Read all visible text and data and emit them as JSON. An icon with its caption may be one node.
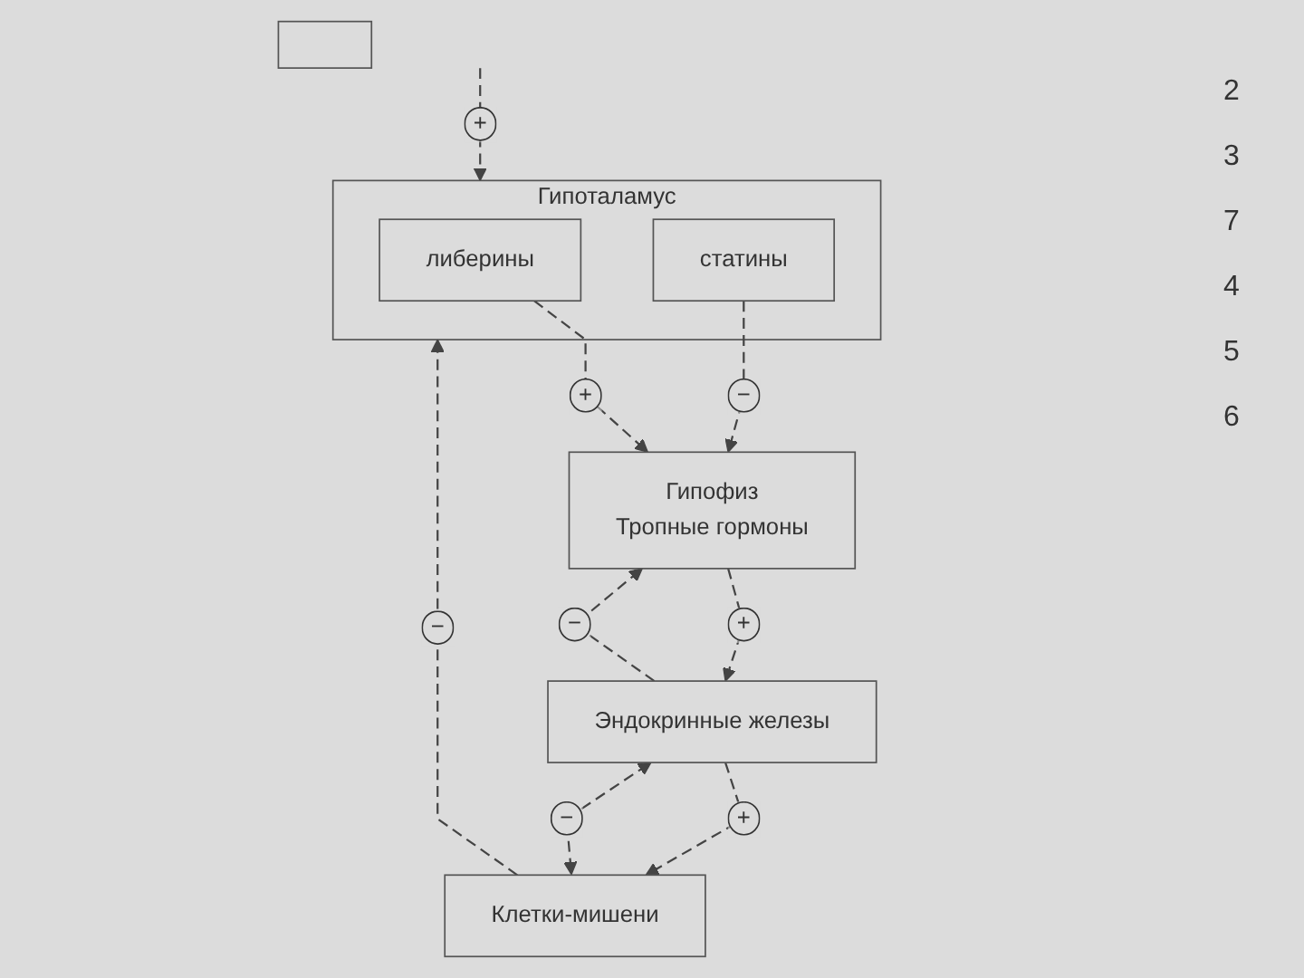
{
  "diagram": {
    "nodes": [
      {
        "text": [],
        "shape": "box"
      },
      {
        "text": [
          "Гипоталамус"
        ]
      },
      {
        "text": [
          "либерины"
        ],
        "in": 1
      },
      {
        "text": [
          "статины"
        ],
        "in": 1
      },
      {
        "text": [
          "Гипофиз",
          "Тропные гормоны"
        ]
      },
      {
        "text": [
          "Эндокринные железы"
        ]
      },
      {
        "text": [
          "Клетки-мишени"
        ]
      }
    ],
    "edges": [
      {
        "from": null,
        "to": 1,
        "arrow": "to",
        "label": "+",
        "style": "dashed"
      },
      {
        "from": 2,
        "to": 4,
        "arrow": "to",
        "label": "+",
        "style": "dashed"
      },
      {
        "from": 3,
        "to": 4,
        "arrow": "to",
        "label": "−",
        "style": "dashed"
      },
      {
        "from": 4,
        "to": 5,
        "arrow": "to",
        "label": "+",
        "style": "dashed"
      },
      {
        "from": 5,
        "to": 4,
        "arrow": "to",
        "label": "−",
        "style": "dashed"
      },
      {
        "from": 5,
        "to": 6,
        "arrow": "to",
        "label": "+",
        "style": "dashed"
      },
      {
        "from": 6,
        "to": 5,
        "arrow": "both",
        "label": "−",
        "style": "dashed"
      },
      {
        "from": 6,
        "to": 1,
        "arrow": "to",
        "label": "−",
        "style": "dashed"
      }
    ],
    "labels": [
      "2",
      "3",
      "7",
      "4",
      "5",
      "6"
    ]
  }
}
